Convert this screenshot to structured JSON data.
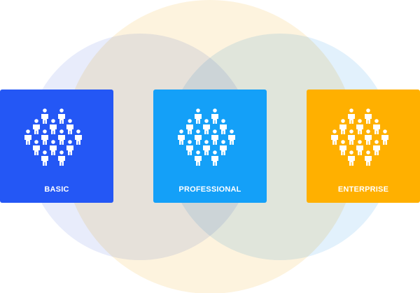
{
  "colors": {
    "basic": "#2457F5",
    "professional": "#14A0F8",
    "enterprise": "#FFB000",
    "circle_left": "#E8ECFB",
    "circle_center": "#FDF3DE",
    "circle_right": "#E2F1FC"
  },
  "cards": [
    {
      "label": "BASIC",
      "icon": "people-group-icon"
    },
    {
      "label": "PROFESSIONAL",
      "icon": "people-group-icon"
    },
    {
      "label": "ENTERPRISE",
      "icon": "people-group-icon"
    }
  ]
}
